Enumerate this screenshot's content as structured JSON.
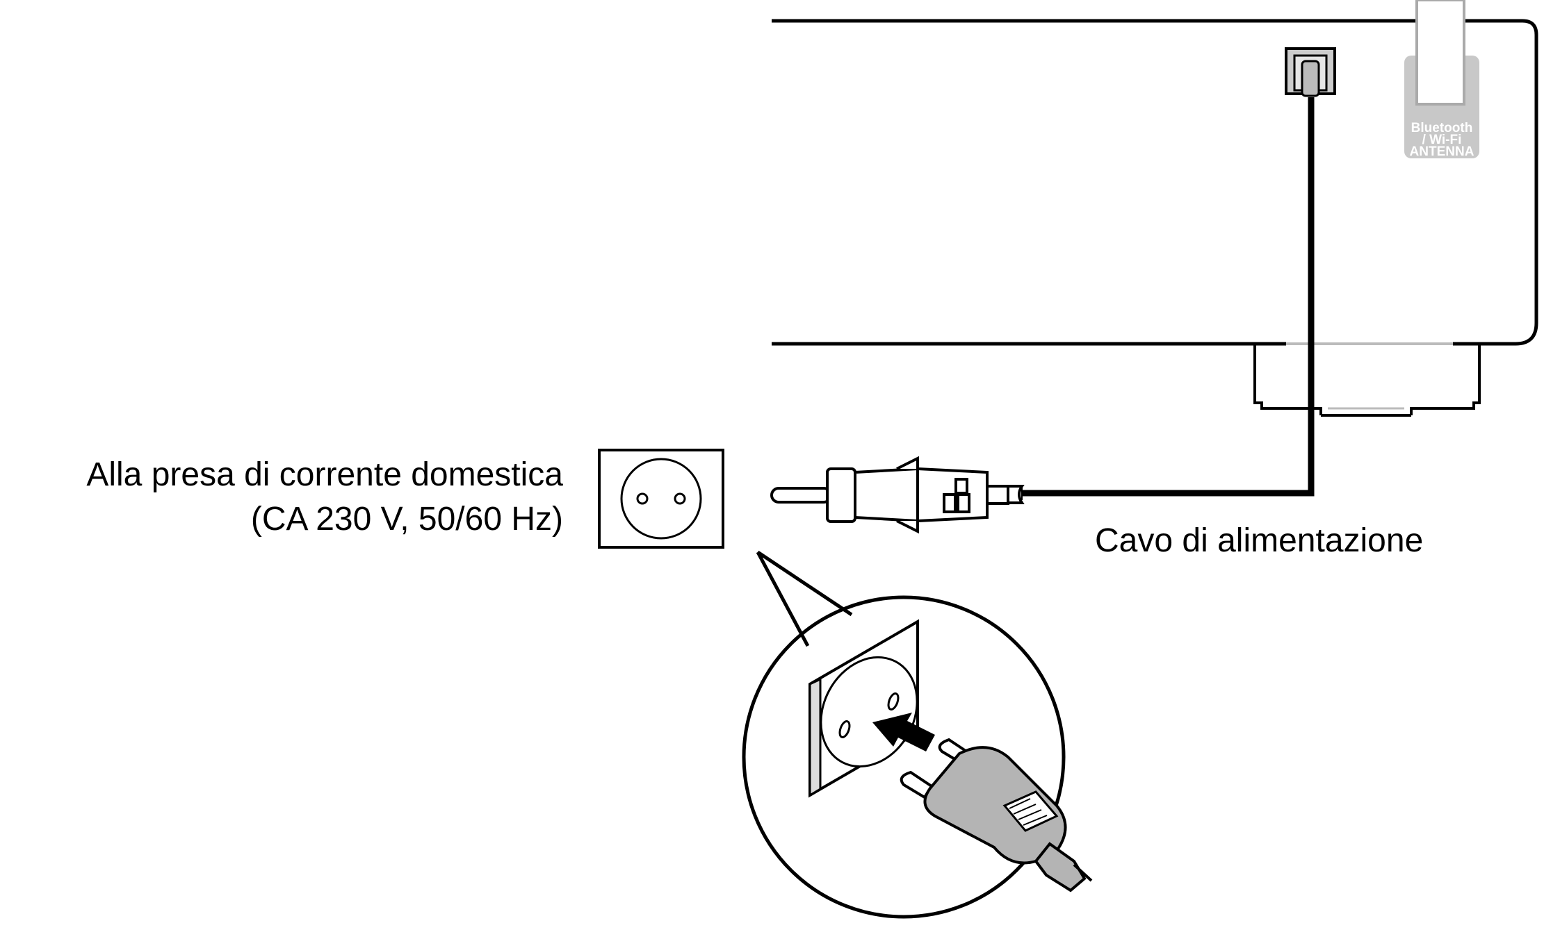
{
  "labels": {
    "outlet_line1": "Alla presa di corrente domestica",
    "outlet_line2": "(CA 230 V, 50/60 Hz)",
    "cable": "Cavo di alimentazione",
    "antenna_line1": "Bluetooth",
    "antenna_line2": "/ Wi-Fi",
    "antenna_line3": "ANTENNA"
  },
  "colors": {
    "line": "#000000",
    "antenna_fill": "#c8c8c8",
    "plug_fill": "#b4b4b4",
    "arrow": "#000000"
  }
}
